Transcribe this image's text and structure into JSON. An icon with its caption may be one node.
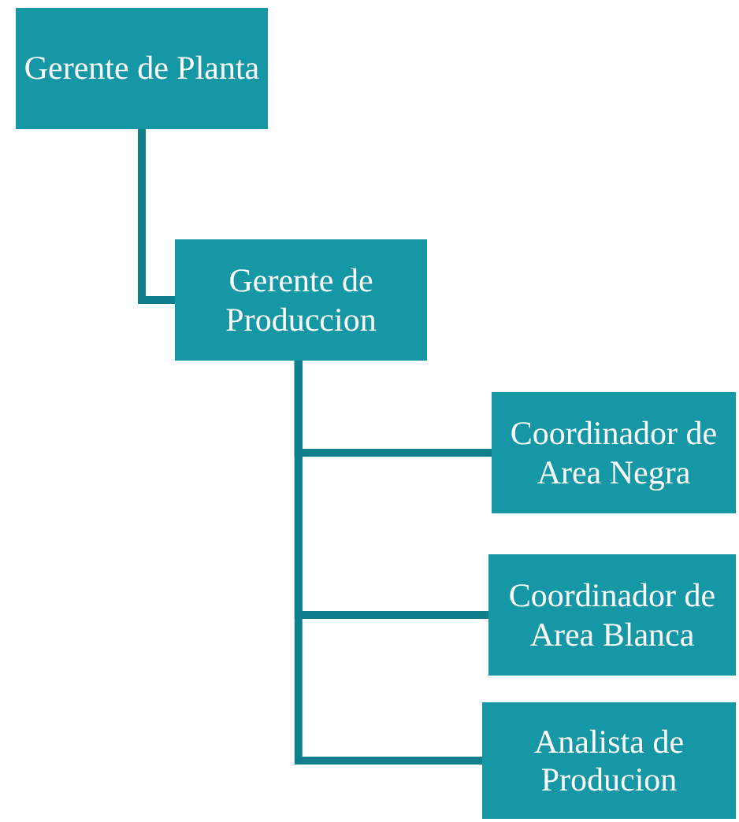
{
  "diagram": {
    "nodes": [
      {
        "text": [
          "Gerente de Planta"
        ]
      },
      {
        "text": [
          "Gerente de Produccion"
        ]
      },
      {
        "text": [
          "Coordinador de Area Negra"
        ]
      },
      {
        "text": [
          "Coordinador de Area Blanca"
        ]
      },
      {
        "text": [
          "Analista de Producion"
        ]
      }
    ],
    "edges": [
      {
        "from": 0,
        "to": 1,
        "arrow": "none"
      },
      {
        "from": 1,
        "to": 2,
        "arrow": "none"
      },
      {
        "from": 1,
        "to": 3,
        "arrow": "none"
      },
      {
        "from": 1,
        "to": 4,
        "arrow": "none"
      }
    ]
  }
}
